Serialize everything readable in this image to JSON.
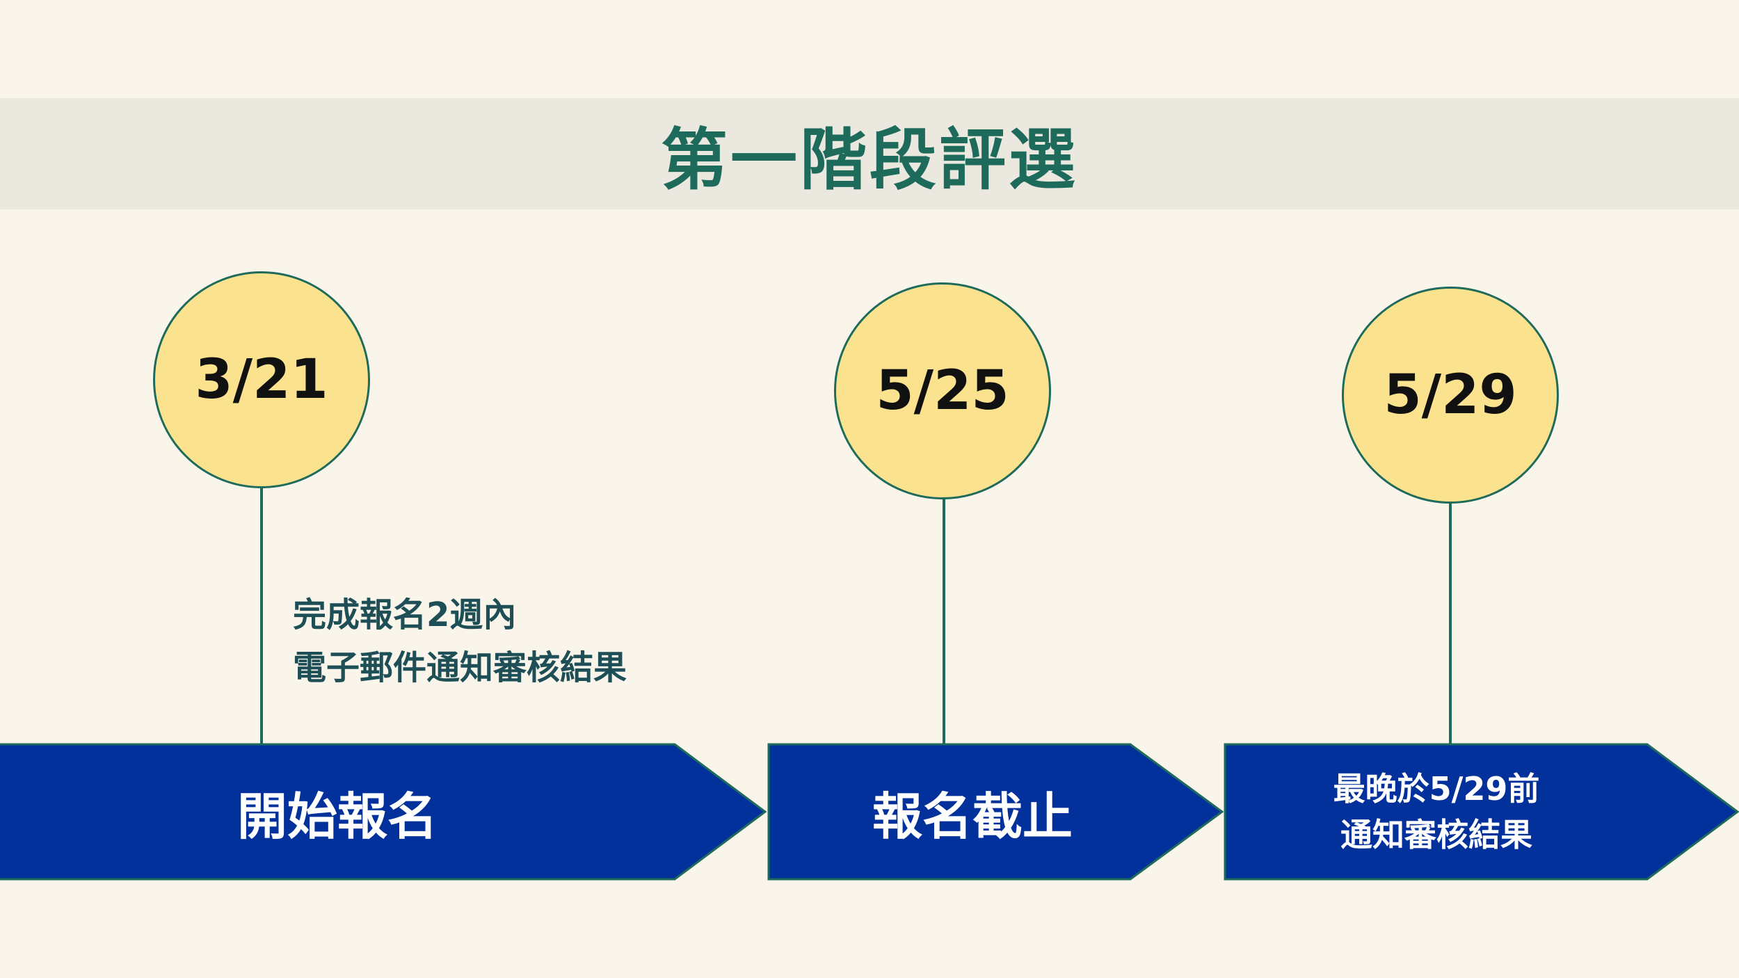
{
  "title": "第一階段評選",
  "milestones": [
    {
      "date": "3/21",
      "label": "開始報名"
    },
    {
      "date": "5/25",
      "label": "報名截止"
    },
    {
      "date": "5/29",
      "label_lines": [
        "最晚於5/29前",
        "通知審核結果"
      ]
    }
  ],
  "note_lines": [
    "完成報名2週內",
    "電子郵件通知審核結果"
  ],
  "colors": {
    "background": "#faf5ea",
    "title_band": "#ebe8df",
    "title_text": "#1e6b5c",
    "circle_fill": "#fbe28f",
    "line": "#1e6b5c",
    "arrow_fill": "#02319c",
    "note_text": "#1e4f57"
  }
}
